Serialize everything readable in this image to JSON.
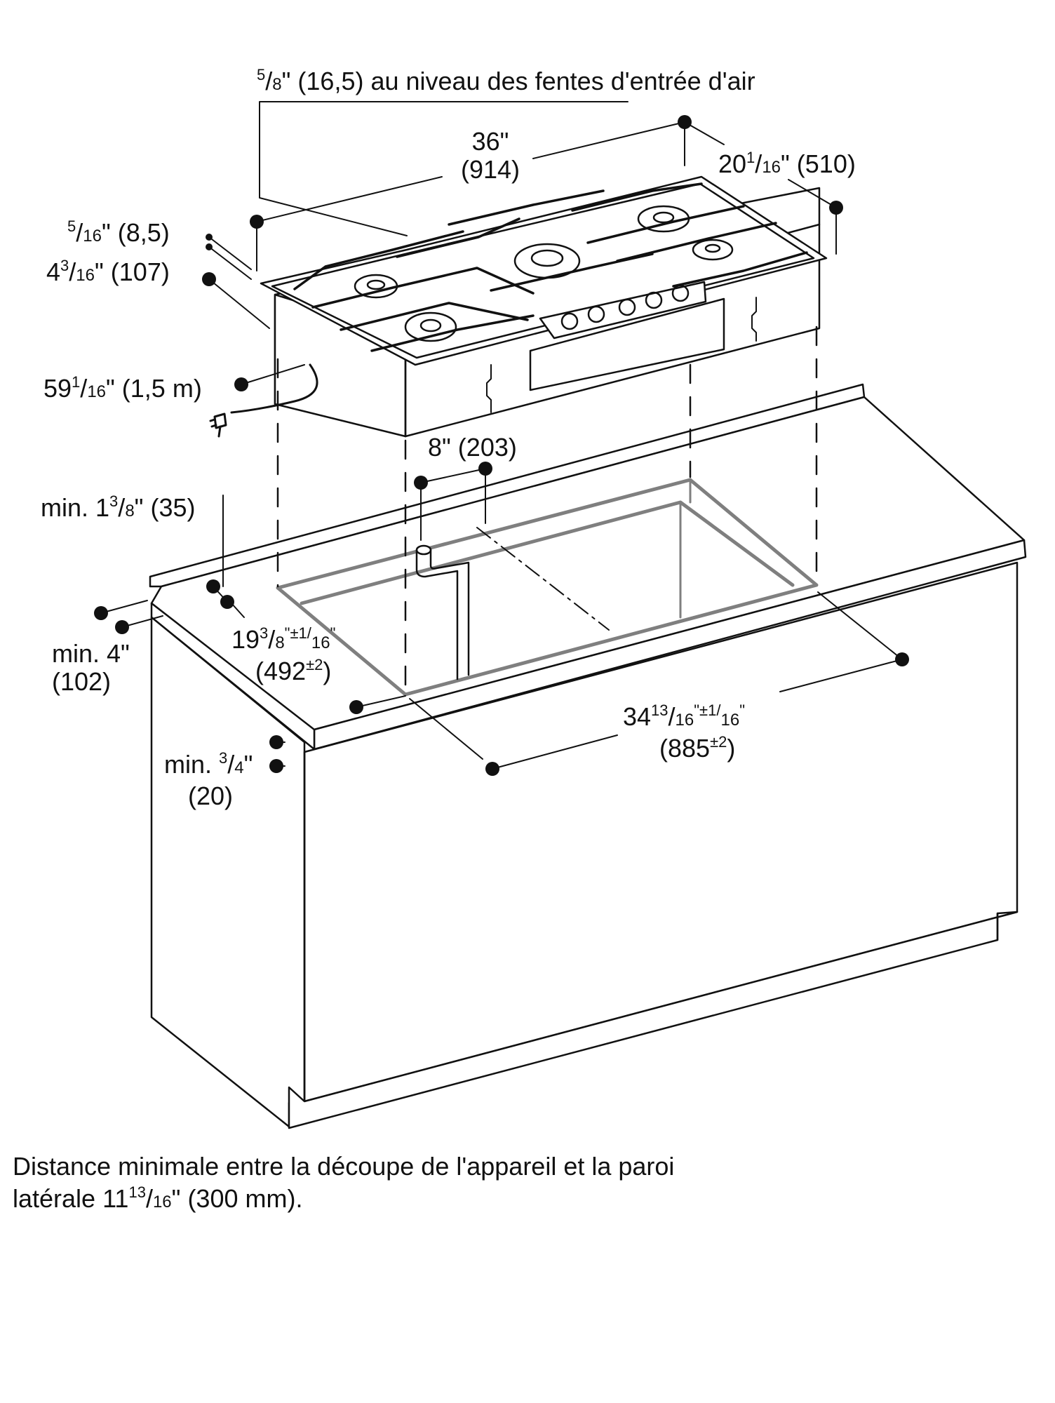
{
  "diagram": {
    "colors": {
      "line": "#111111",
      "cutout": "#7f7f7f",
      "fill": "#ffffff"
    },
    "labels": {
      "air_slot": {
        "num": "5",
        "den": "8",
        "unit": "\"",
        "rest": " (16,5) au niveau des fentes d'entrée d'air"
      },
      "width": {
        "line1": "36\"",
        "line2": "(914)"
      },
      "depth": {
        "whole": "20",
        "num": "1",
        "den": "16",
        "rest": "\" (510)"
      },
      "thickness": {
        "num": "5",
        "den": "16",
        "rest": "\"  (8,5)"
      },
      "height": {
        "whole": "4",
        "num": "3",
        "den": "16",
        "rest": "\" (107)"
      },
      "cord": {
        "whole": "59",
        "num": "1",
        "den": "16",
        "rest": "\" (1,5 m)"
      },
      "gas": "8\" (203)",
      "min_back": {
        "prefix": "min. 1",
        "num": "3",
        "den": "8",
        "rest": "\" (35)"
      },
      "min_front": {
        "line1": "min. 4\"",
        "line2": "(102)"
      },
      "cutout_depth": {
        "whole": "19",
        "num": "3",
        "den": "8",
        "tol": "\"±1/",
        "tol_den": "16",
        "tol_unit": "\"",
        "mm": "(492",
        "mm_tol": "±2",
        "mm_end": ")"
      },
      "cutout_width": {
        "whole": "34",
        "num": "13",
        "den": "16",
        "tol": "\"±1/",
        "tol_den": "16",
        "tol_unit": "\"",
        "mm": "(885",
        "mm_tol": "±2",
        "mm_end": ")"
      },
      "min_top": {
        "prefix": "min. ",
        "num": "3",
        "den": "4",
        "rest": "\"",
        "line2": "(20)"
      }
    }
  },
  "caption": {
    "line1": "Distance minimale entre la découpe de l'appareil et la paroi",
    "line2_prefix": "latérale 11",
    "num": "13",
    "den": "16",
    "line2_rest": "\" (300 mm)."
  }
}
